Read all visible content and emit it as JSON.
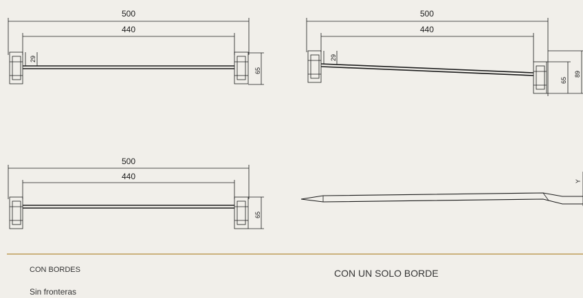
{
  "drawings": {
    "top_left": {
      "overall_width": "500",
      "inner_width": "440",
      "inner_height": "29",
      "section_height": "65"
    },
    "top_right": {
      "overall_width": "500",
      "inner_width": "440",
      "inner_height": "29",
      "section_height": "65",
      "overall_height": "89"
    },
    "bottom_left": {
      "overall_width": "500",
      "inner_width": "440",
      "section_height": "65"
    },
    "bottom_right": {
      "angle_label": "Y"
    }
  },
  "captions": {
    "with_borders": "CON BORDES",
    "without_borders": "Sin fronteras",
    "single_border": "CON UN SOLO BORDE"
  },
  "colors": {
    "background": "#f1efea",
    "line": "#1a1a1a",
    "divider": "#cbb17c"
  }
}
